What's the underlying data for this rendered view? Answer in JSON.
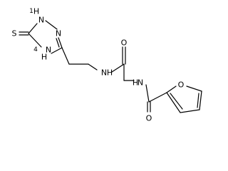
{
  "molecule": {
    "atoms": {
      "S": "S",
      "N1H": "N",
      "H1": "H",
      "N2": "N",
      "N4H": "N",
      "H4": "H",
      "N_amide": "N",
      "H_amide": "H",
      "O_amide": "O",
      "N_furamide": "N",
      "H_furamide": "H",
      "O_furamide": "O",
      "O_furan": "O",
      "numeral_1": "1",
      "numeral_4": "4"
    }
  },
  "colors": {
    "bond": "#000000",
    "text": "#000000",
    "background": "#ffffff"
  }
}
